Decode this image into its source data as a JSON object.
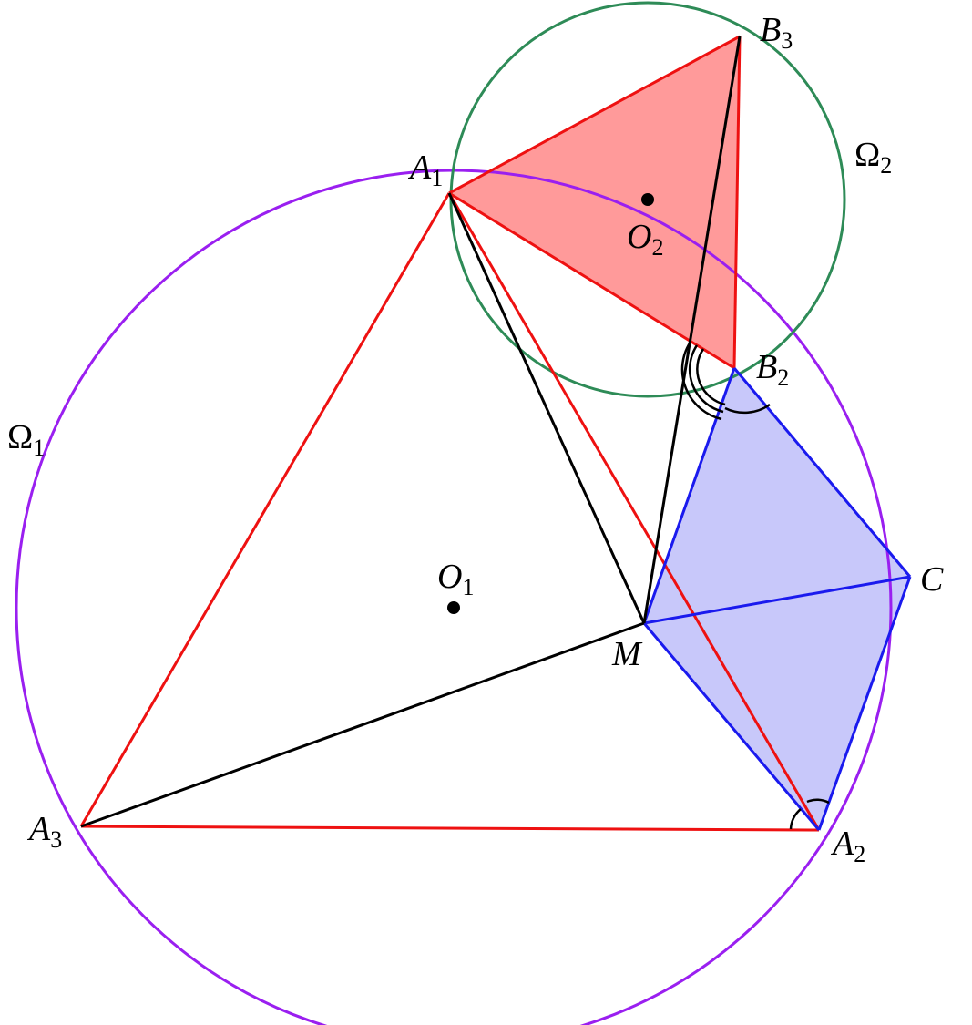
{
  "labels": {
    "A1": {
      "main": "A",
      "sub": "1"
    },
    "A2": {
      "main": "A",
      "sub": "2"
    },
    "A3": {
      "main": "A",
      "sub": "3"
    },
    "B2": {
      "main": "B",
      "sub": "2"
    },
    "B3": {
      "main": "B",
      "sub": "3"
    },
    "C": {
      "main": "C",
      "sub": ""
    },
    "M": {
      "main": "M",
      "sub": ""
    },
    "O1": {
      "main": "O",
      "sub": "1"
    },
    "O2": {
      "main": "O",
      "sub": "2"
    },
    "Omega1": {
      "main": "Ω",
      "sub": "1"
    },
    "Omega2": {
      "main": "Ω",
      "sub": "2"
    }
  },
  "colors": {
    "circle_omega1": "#9a1ff0",
    "circle_omega2": "#2e8b57",
    "red_lines": "#ee1111",
    "blue_lines": "#1a1aee",
    "black_lines": "#000000",
    "red_fill": "#ff9a9a",
    "blue_fill": "#c8c8fa"
  }
}
